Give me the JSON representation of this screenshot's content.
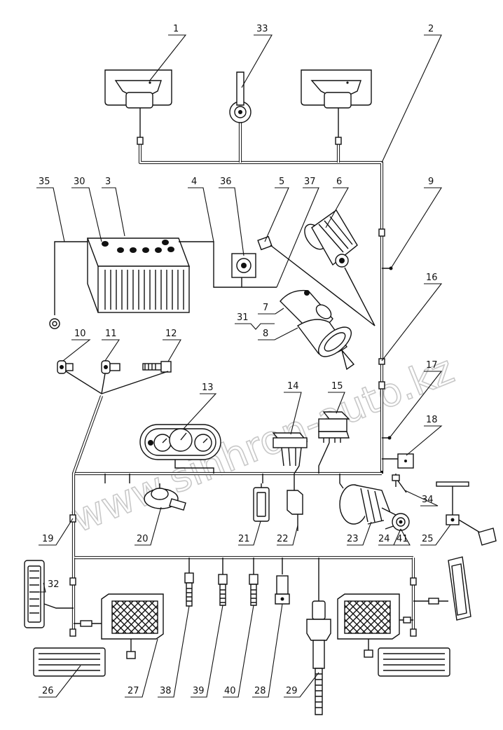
{
  "watermark": "www.sinhron-auto.kz",
  "callouts": [
    {
      "id": "1",
      "text": "1"
    },
    {
      "id": "2",
      "text": "2"
    },
    {
      "id": "3",
      "text": "3"
    },
    {
      "id": "4",
      "text": "4"
    },
    {
      "id": "5",
      "text": "5"
    },
    {
      "id": "6",
      "text": "6"
    },
    {
      "id": "7",
      "text": "7"
    },
    {
      "id": "8",
      "text": "8"
    },
    {
      "id": "9",
      "text": "9"
    },
    {
      "id": "10",
      "text": "10"
    },
    {
      "id": "11",
      "text": "11"
    },
    {
      "id": "12",
      "text": "12"
    },
    {
      "id": "13",
      "text": "13"
    },
    {
      "id": "14",
      "text": "14"
    },
    {
      "id": "15",
      "text": "15"
    },
    {
      "id": "16",
      "text": "16"
    },
    {
      "id": "17",
      "text": "17"
    },
    {
      "id": "18",
      "text": "18"
    },
    {
      "id": "19",
      "text": "19"
    },
    {
      "id": "20",
      "text": "20"
    },
    {
      "id": "21",
      "text": "21"
    },
    {
      "id": "22",
      "text": "22"
    },
    {
      "id": "23",
      "text": "23"
    },
    {
      "id": "24",
      "text": "24"
    },
    {
      "id": "25",
      "text": "25"
    },
    {
      "id": "26",
      "text": "26"
    },
    {
      "id": "27",
      "text": "27"
    },
    {
      "id": "28",
      "text": "28"
    },
    {
      "id": "29",
      "text": "29"
    },
    {
      "id": "30",
      "text": "30"
    },
    {
      "id": "31",
      "text": "31"
    },
    {
      "id": "32",
      "text": "32"
    },
    {
      "id": "33",
      "text": "33"
    },
    {
      "id": "34",
      "text": "34"
    },
    {
      "id": "35",
      "text": "35"
    },
    {
      "id": "36",
      "text": "36"
    },
    {
      "id": "37",
      "text": "37"
    },
    {
      "id": "38",
      "text": "38"
    },
    {
      "id": "39",
      "text": "39"
    },
    {
      "id": "40",
      "text": "40"
    },
    {
      "id": "41",
      "text": "41"
    }
  ]
}
